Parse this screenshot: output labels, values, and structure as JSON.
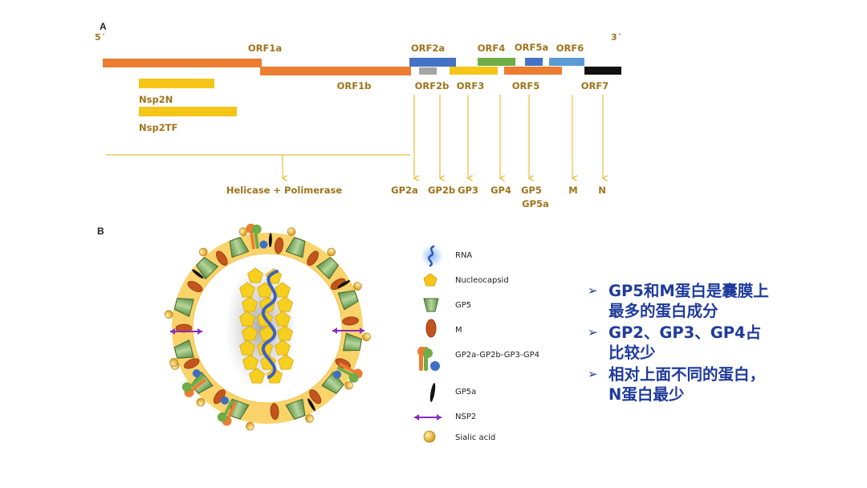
{
  "panel_a": {
    "panel_label": "A",
    "five_prime": "5´",
    "three_prime": "3´",
    "genes": {
      "orf1a": "ORF1a",
      "orf1b": "ORF1b",
      "nsp2n": "Nsp2N",
      "nsp2tf": "Nsp2TF",
      "orf2a": "ORF2a",
      "orf2b": "ORF2b",
      "orf3": "ORF3",
      "orf4": "ORF4",
      "orf5": "ORF5",
      "orf5a": "ORF5a",
      "orf6": "ORF6",
      "orf7": "ORF7"
    },
    "products": {
      "helicase": "Helicase + Polimerase",
      "gp2a": "GP2a",
      "gp2b": "GP2b",
      "gp3": "GP3",
      "gp4": "GP4",
      "gp5": "GP5",
      "gp5a": "GP5a",
      "m": "M",
      "n": "N"
    }
  },
  "panel_b": {
    "panel_label": "B",
    "legend": {
      "rna": "RNA",
      "nucleocapsid": "Nucleocapsid",
      "gp5": "GP5",
      "m": "M",
      "gp_complex": "GP2a-GP2b-GP3-GP4",
      "gp5a": "GP5a",
      "nsp2": "NSP2",
      "sialic": "Sialic acid"
    }
  },
  "notes": {
    "b1": "GP5和M蛋白是囊膜上最多的蛋白成分",
    "b2": "GP2、GP3、GP4占比较少",
    "b3": "相对上面不同的蛋白，N蛋白最少"
  },
  "colors": {
    "orange": "#ed7d31",
    "yellow": "#f5c518",
    "blue": "#4472c4",
    "green": "#70ad47",
    "gray": "#a5a5a5",
    "lightblue": "#5b9bd5",
    "black": "#111111",
    "label_brown": "#a0731a",
    "text_blue": "#1f3b9c"
  }
}
